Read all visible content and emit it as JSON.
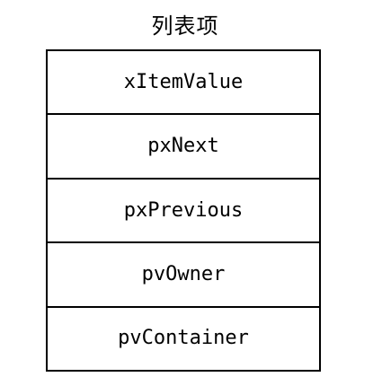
{
  "diagram": {
    "title": "列表项",
    "fields": [
      {
        "label": "xItemValue"
      },
      {
        "label": "pxNext"
      },
      {
        "label": "pxPrevious"
      },
      {
        "label": "pvOwner"
      },
      {
        "label": "pvContainer"
      }
    ]
  }
}
